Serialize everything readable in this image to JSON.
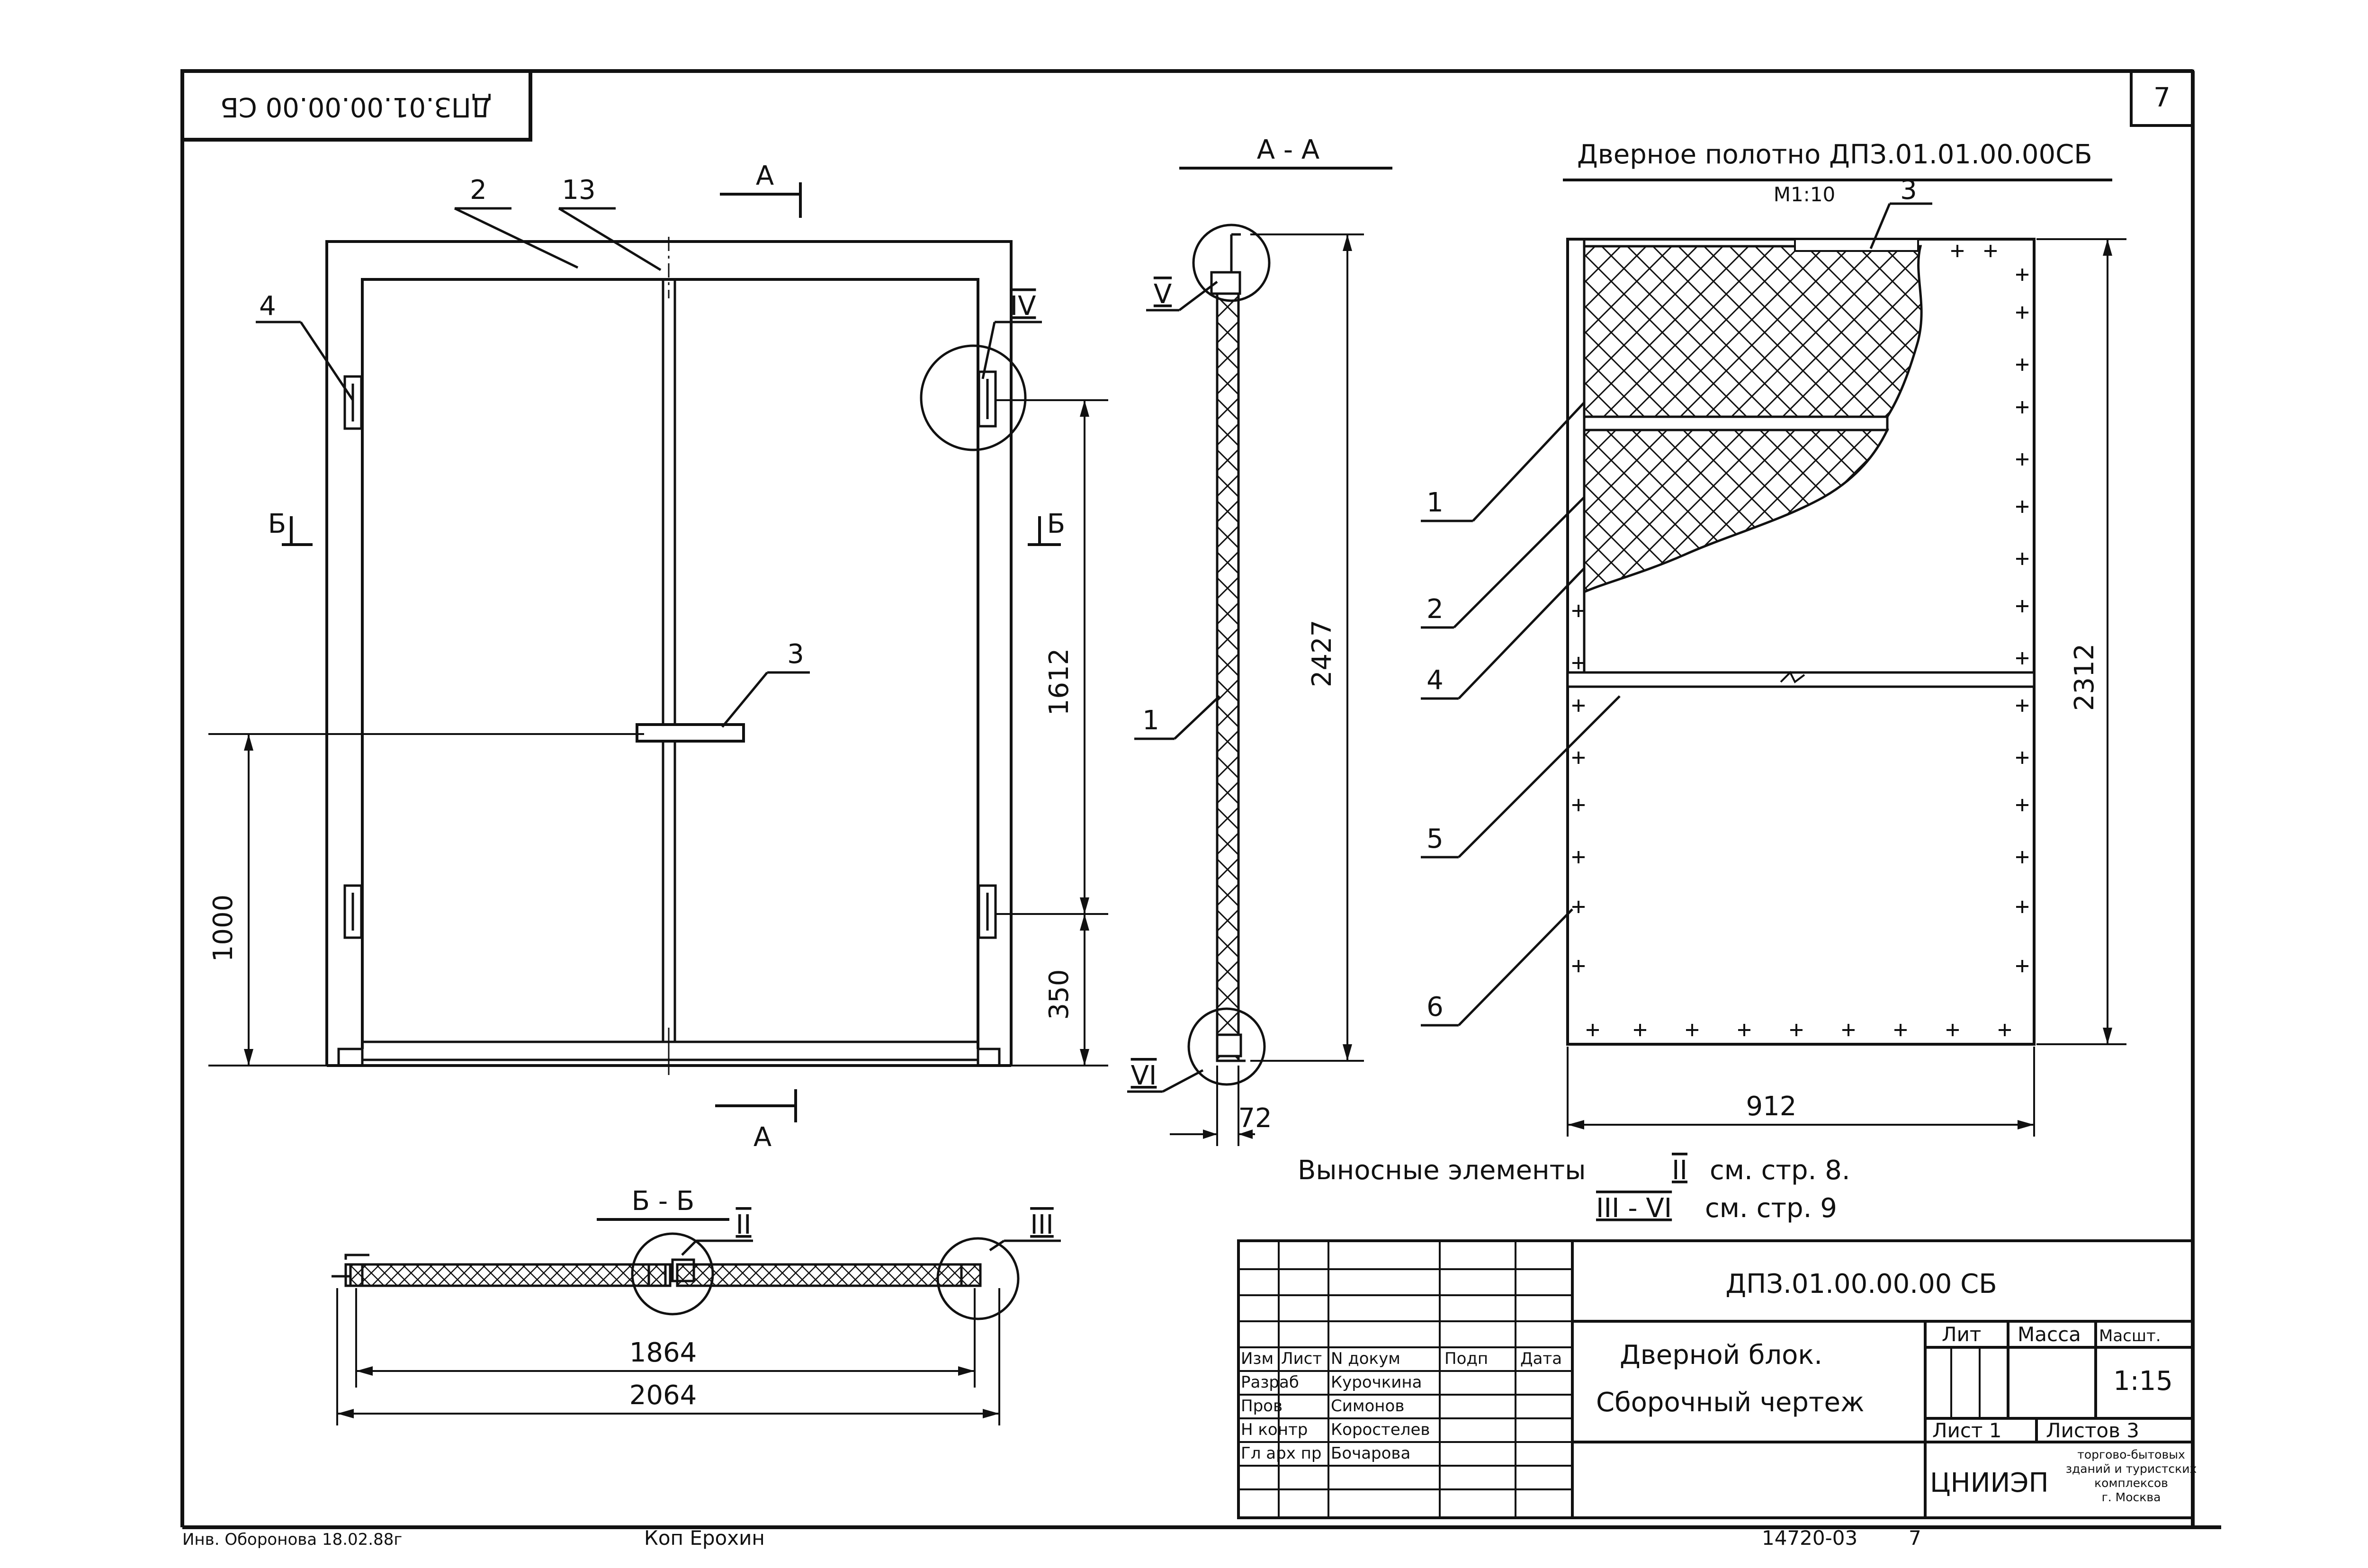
{
  "sheet": {
    "page_number": "7",
    "code_rotated": "ДПЗ.01.00.00.00 СБ",
    "bottom_signature": "Инв. Оборонова 18.02.88г",
    "bottom_copied": "Коп Ерохин",
    "bottom_number": "14720-03",
    "bottom_page": "7"
  },
  "front_view": {
    "labels": [
      "2",
      "13",
      "4",
      "IV",
      "3"
    ],
    "cut_a_top": "A",
    "cut_a_bottom": "A",
    "cut_b_left": "Б",
    "cut_b_right": "Б",
    "dim_1612": "1612",
    "dim_1000": "1000",
    "dim_350": "350"
  },
  "section_aa": {
    "title": "А - А",
    "label_v": "V",
    "label_vi": "VI",
    "label_1": "1",
    "dim_2427": "2427",
    "dim_72": "72"
  },
  "door_leaf": {
    "title": "Дверное полотно  ДПЗ.01.01.00.00СБ",
    "scale": "М1:10",
    "labels": [
      "3",
      "1",
      "2",
      "4",
      "5",
      "6"
    ],
    "dim_2312": "2312",
    "dim_912": "912"
  },
  "section_bb": {
    "title": "Б - Б",
    "label_ii": "II",
    "label_iii": "III",
    "dim_1864": "1864",
    "dim_2064": "2064"
  },
  "notes": {
    "line1_prefix": "Выносные элементы",
    "line1_ref": "II",
    "line1_text": "см. стр. 8.",
    "line2_ref": "III - VI",
    "line2_text": "см. стр. 9"
  },
  "title_block": {
    "code": "ДПЗ.01.00.00.00 СБ",
    "name_line1": "Дверной блок.",
    "name_line2": "Сборочный чертеж",
    "header": [
      "Изм",
      "Лист",
      "N докум",
      "Подп",
      "Дата"
    ],
    "roles": [
      {
        "role": "Разраб",
        "name": "Курочкина"
      },
      {
        "role": "Пров",
        "name": "Симонов"
      },
      {
        "role": "Н контр",
        "name": "Коростелев"
      },
      {
        "role": "Гл арх пр",
        "name": "Бочарова"
      }
    ],
    "lit_label": "Лит",
    "mass_label": "Масса",
    "scale_label": "Масшт.",
    "scale_value": "1:15",
    "sheet_label": "Лист 1",
    "sheets_label": "Листов 3",
    "org": "ЦНИИЭП",
    "org_desc": [
      "торгово-бытовых",
      "зданий и туристских",
      "комплексов",
      "г. Москва"
    ]
  }
}
